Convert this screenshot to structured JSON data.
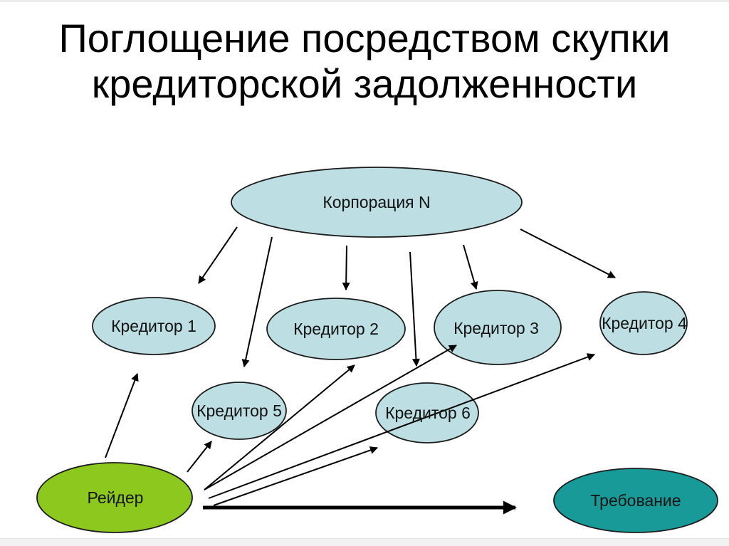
{
  "slide": {
    "title": "Поглощение посредством скупки кредиторской задолженности"
  },
  "colors": {
    "creditor_fill": "#bddee2",
    "raider_fill": "#8dc81e",
    "claim_fill": "#189a98",
    "node_stroke": "#1c1c1c",
    "arrow": "#000000",
    "title_text": "#000000"
  },
  "diagram": {
    "nodes": {
      "corporation": {
        "label": "Корпорация N",
        "fill": "#bddee2"
      },
      "creditor1": {
        "label": "Кредитор 1",
        "fill": "#bddee2"
      },
      "creditor2": {
        "label": "Кредитор 2",
        "fill": "#bddee2"
      },
      "creditor3": {
        "label": "Кредитор 3",
        "fill": "#bddee2"
      },
      "creditor4": {
        "label": "Кредитор 4",
        "fill": "#bddee2"
      },
      "creditor5": {
        "label": "Кредитор 5",
        "fill": "#bddee2"
      },
      "creditor6": {
        "label": "Кредитор 6",
        "fill": "#bddee2"
      },
      "raider": {
        "label": "Рейдер",
        "fill": "#8dc81e"
      },
      "claim": {
        "label": "Требование",
        "fill": "#189a98"
      }
    },
    "edges": [
      {
        "from": "corporation",
        "to": "creditor1",
        "style": "thin"
      },
      {
        "from": "corporation",
        "to": "creditor2",
        "style": "thin"
      },
      {
        "from": "corporation",
        "to": "creditor3",
        "style": "thin"
      },
      {
        "from": "corporation",
        "to": "creditor4",
        "style": "thin"
      },
      {
        "from": "corporation",
        "to": "creditor5",
        "style": "thin"
      },
      {
        "from": "corporation",
        "to": "creditor6",
        "style": "thin"
      },
      {
        "from": "raider",
        "to": "creditor1",
        "style": "thin"
      },
      {
        "from": "raider",
        "to": "creditor2",
        "style": "thin"
      },
      {
        "from": "raider",
        "to": "creditor3",
        "style": "thin"
      },
      {
        "from": "raider",
        "to": "creditor4",
        "style": "thin"
      },
      {
        "from": "raider",
        "to": "creditor5",
        "style": "thin"
      },
      {
        "from": "raider",
        "to": "creditor6",
        "style": "thin"
      },
      {
        "from": "raider",
        "to": "claim",
        "style": "thick"
      }
    ]
  }
}
